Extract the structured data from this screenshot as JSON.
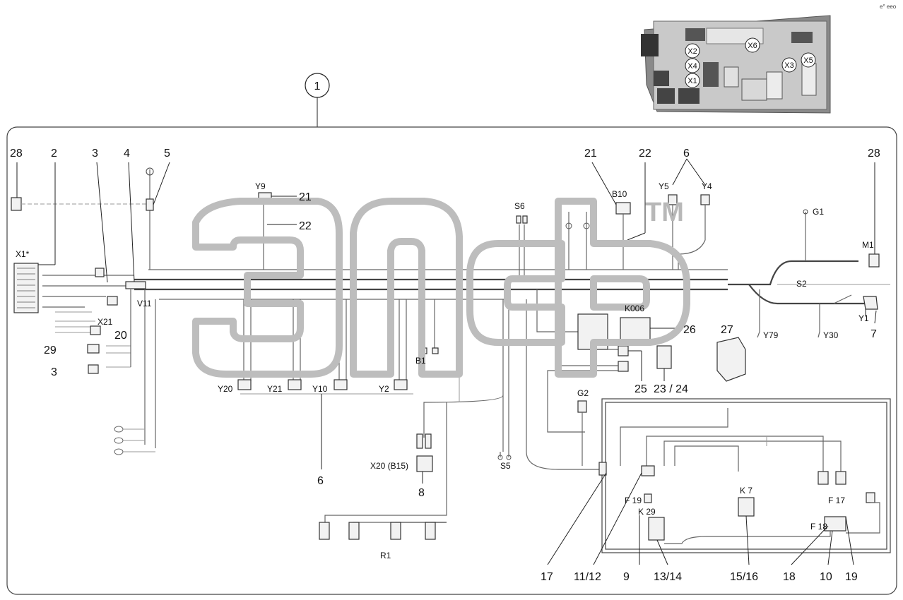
{
  "corner_mark": "e° eeo",
  "watermark": {
    "text": "эпср",
    "trademark": "TM"
  },
  "inset": {
    "labels": [
      "X2",
      "X4",
      "X1",
      "X6",
      "X3",
      "X5"
    ]
  },
  "callouts": {
    "c1": "1",
    "c28a": "28",
    "c2": "2",
    "c3a": "3",
    "c4": "4",
    "c5": "5",
    "c21a": "21",
    "c22a": "22",
    "c21b": "21",
    "c22b": "22",
    "c6a": "6",
    "c28b": "28",
    "c20": "20",
    "c29": "29",
    "c3b": "3",
    "c7": "7",
    "c26": "26",
    "c27": "27",
    "c25": "25",
    "c2324": "23 / 24",
    "c6b": "6",
    "c8": "8",
    "c17": "17",
    "c1112": "11/12",
    "c9": "9",
    "c1314": "13/14",
    "c1516": "15/16",
    "c18": "18",
    "c10": "10",
    "c19": "19"
  },
  "codes": {
    "X1": "X1*",
    "V11": "V11",
    "X21": "X21",
    "Y9": "Y9",
    "B10": "B10",
    "Y5": "Y5",
    "Y4": "Y4",
    "S6": "S6",
    "G1": "G1",
    "M1": "M1",
    "S2": "S2",
    "Y1": "Y1",
    "Y79": "Y79",
    "Y30": "Y30",
    "K006": "K006",
    "B1": "B1",
    "Y20": "Y20",
    "Y21": "Y21",
    "Y10": "Y10",
    "Y2": "Y2",
    "G2": "G2",
    "X20": "X20 (B15)",
    "S5": "S5",
    "R1": "R1",
    "F19": "F 19",
    "K29": "K 29",
    "K7": "K 7",
    "F17": "F 17",
    "F18": "F 18"
  },
  "colors": {
    "line": "#444444",
    "watermark": "#bdbdbd",
    "background": "#ffffff"
  }
}
